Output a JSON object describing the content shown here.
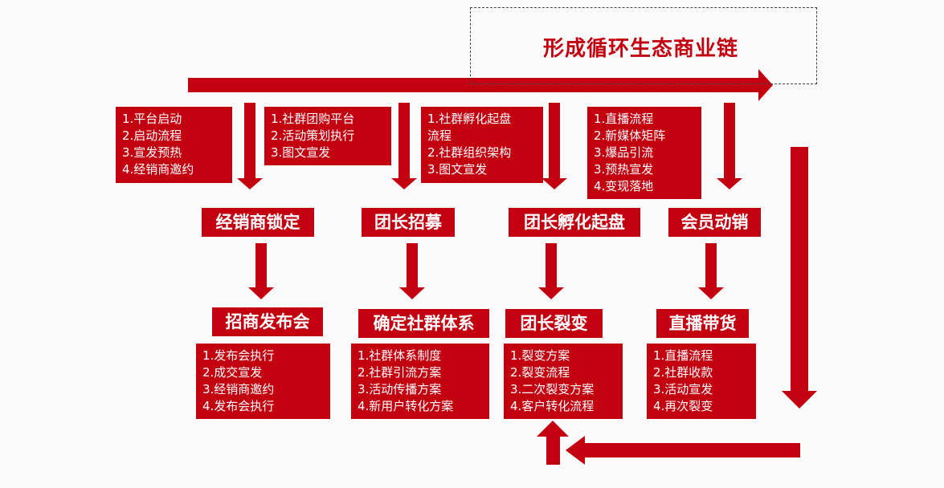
{
  "title": "形成循环生态商业链",
  "colors": {
    "accent": "#c2000f",
    "background": "#fbfbfb"
  },
  "columns": [
    {
      "top_list": [
        "1.平台启动",
        "2.启动流程",
        "3.宣发预热",
        "4.经销商邀约"
      ],
      "stage1": "经销商锁定",
      "stage2": "招商发布会",
      "bottom_list": [
        "1.发布会执行",
        "2.成交宣发",
        "3.经销商邀约",
        "4.发布会执行"
      ]
    },
    {
      "top_list": [
        "1.社群团购平台",
        "2.活动策划执行",
        "3.图文宣发"
      ],
      "stage1": "团长招募",
      "stage2": "确定社群体系",
      "bottom_list": [
        "1.社群体系制度",
        "2.社群引流方案",
        "3.活动传播方案",
        "4.新用户转化方案"
      ]
    },
    {
      "top_list": [
        "1.社群孵化起盘",
        "流程",
        "2.社群组织架构",
        "3.图文宣发"
      ],
      "stage1": "团长孵化起盘",
      "stage2": "团长裂变",
      "bottom_list": [
        "1.裂变方案",
        "2.裂变流程",
        "3.二次裂变方案",
        "4.客户转化流程"
      ]
    },
    {
      "top_list": [
        "1.直播流程",
        "2.新媒体矩阵",
        "3.爆品引流",
        "3.预热宣发",
        "4.变现落地"
      ],
      "stage1": "会员动销",
      "stage2": "直播带货",
      "bottom_list": [
        "1.直播流程",
        "2.社群收款",
        "3.活动宣发",
        "4.再次裂变"
      ]
    }
  ]
}
